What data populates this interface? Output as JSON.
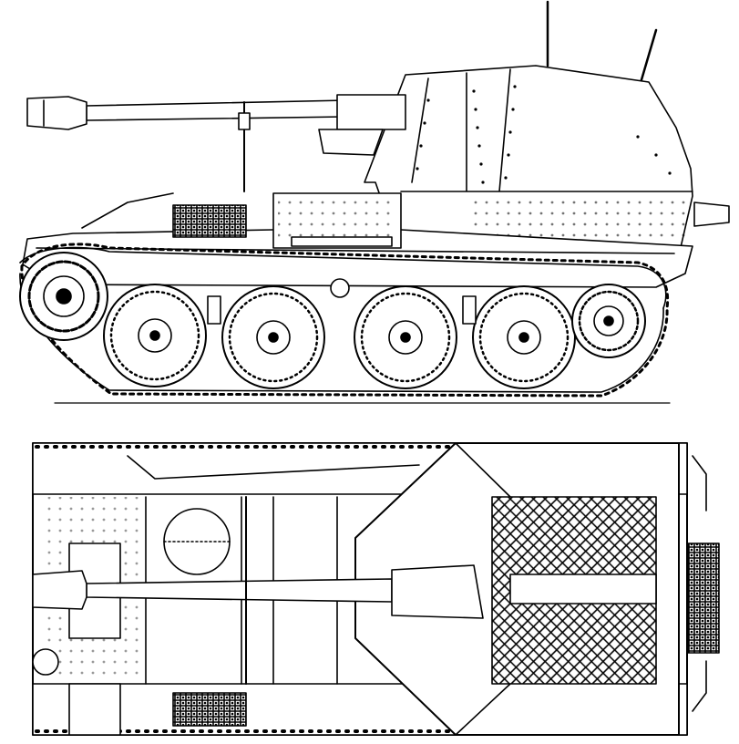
{
  "drawing": {
    "views": [
      "side-elevation",
      "top-plan"
    ],
    "stroke_color": "#000000",
    "background_color": "#ffffff",
    "side_view": {
      "road_wheel_count": 4,
      "sprocket": "front",
      "idler": "rear"
    },
    "top_view": {
      "engine_grille": "mesh",
      "gun_shield": "angled"
    }
  }
}
